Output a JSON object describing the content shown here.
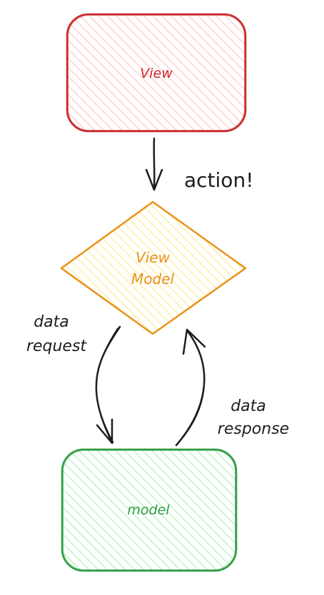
{
  "nodes": {
    "view": {
      "label": "View",
      "stroke": "#c92a2a",
      "fill": "#ffc9c9"
    },
    "viewmodel": {
      "line1": "View",
      "line2": "Model",
      "stroke": "#e8931a",
      "fill": "#ffec99"
    },
    "model": {
      "label": "model",
      "stroke": "#2f9e44",
      "fill": "#b2f2bb"
    }
  },
  "edges": {
    "action": {
      "label": "action!"
    },
    "request": {
      "line1": "data",
      "line2": "request"
    },
    "response": {
      "line1": "data",
      "line2": "response"
    }
  },
  "colors": {
    "ink": "#1e1e1e"
  }
}
